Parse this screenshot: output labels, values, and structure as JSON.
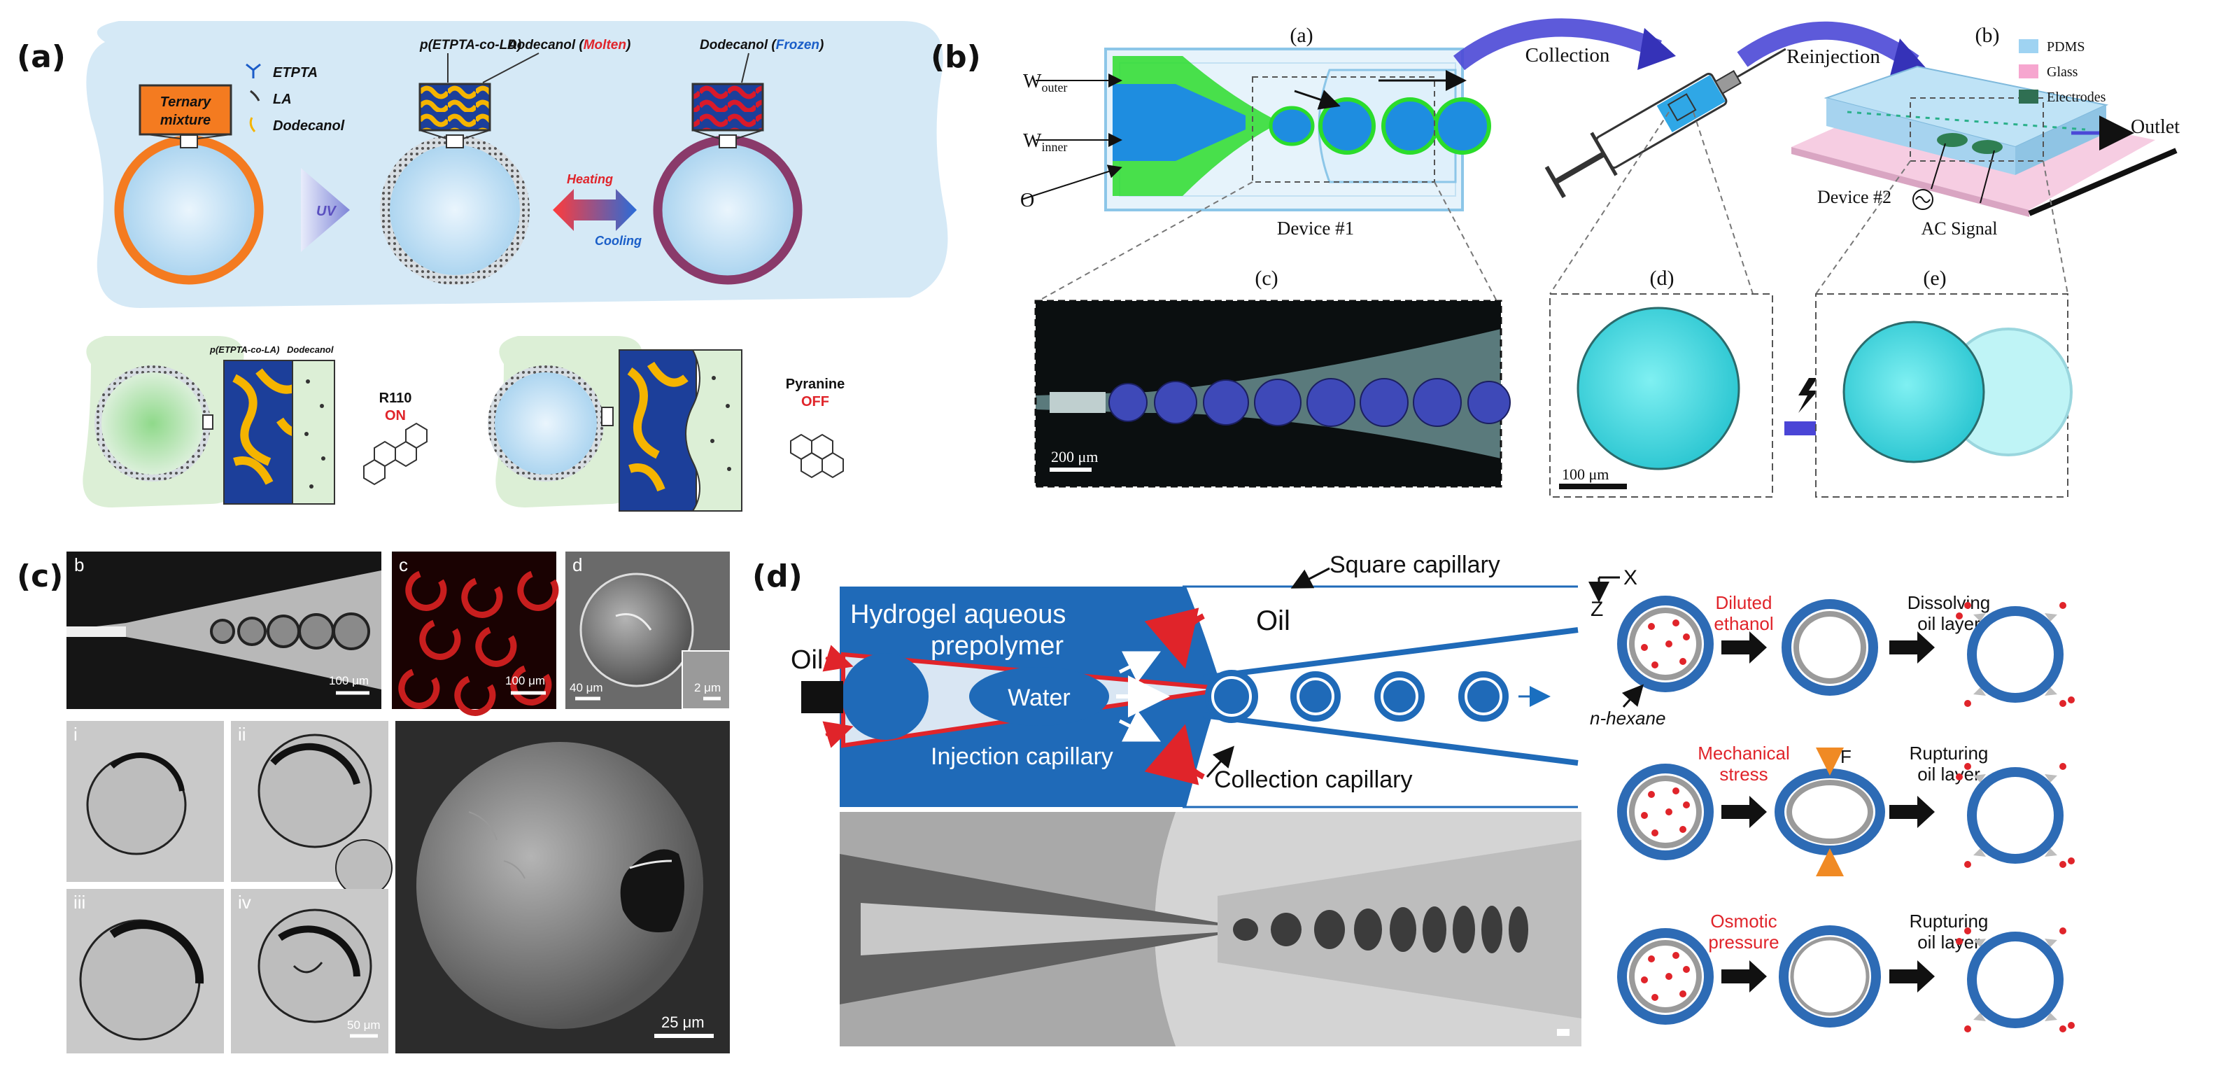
{
  "panels": {
    "a": {
      "label": "(a)",
      "ternary_1": "Ternary",
      "ternary_2": "mixture",
      "etpta": "ETPTA",
      "la": "LA",
      "dodecanol": "Dodecanol",
      "copolymer": "p(ETPTA-co-LA)",
      "copolymer_short": "p(ETPTA-co-LA)",
      "molten": "Molten",
      "frozen": "Frozen",
      "uv": "UV",
      "heating": "Heating",
      "cooling": "Cooling",
      "r110": "R110",
      "on": "ON",
      "pyranine": "Pyranine",
      "off": "OFF"
    },
    "b": {
      "label": "(b)",
      "sub_a": "(a)",
      "sub_b": "(b)",
      "sub_c": "(c)",
      "sub_d": "(d)",
      "sub_e": "(e)",
      "w_main": "W",
      "w_outer_sub": "outer",
      "w_inner_sub": "inner",
      "o": "O",
      "device1": "Device #1",
      "device2": "Device #2",
      "collection": "Collection",
      "reinjection": "Reinjection",
      "outlet": "Outlet",
      "ac_signal": "AC Signal",
      "legend": [
        "PDMS",
        "Glass",
        "Electrodes"
      ],
      "scale_c": "200 μm",
      "scale_d": "100 μm"
    },
    "c": {
      "label": "(c)",
      "b": "b",
      "c": "c",
      "d": "d",
      "i": "i",
      "ii": "ii",
      "iii": "iii",
      "iv": "iv",
      "scale_100": "100 μm",
      "scale_40": "40 μm",
      "scale_2": "2 μm",
      "scale_50": "50 μm",
      "scale_25": "25 μm"
    },
    "d": {
      "label": "(d)",
      "oil": "Oil",
      "hydrogel_1": "Hydrogel  aqueous",
      "hydrogel_2": "prepolymer",
      "water": "Water",
      "injection": "Injection capillary",
      "square": "Square capillary",
      "collection": "Collection capillary",
      "x": "X",
      "z": "Z",
      "row1_a": "Diluted",
      "row1_b": "ethanol",
      "row1_c": "Dissolving",
      "oil_layer": "oil layer",
      "row2_a": "Mechanical",
      "row2_b": "stress",
      "rupturing": "Rupturing",
      "row3_a": "Osmotic",
      "row3_b": "pressure",
      "f": "F",
      "hexane": "n-hexane"
    }
  }
}
